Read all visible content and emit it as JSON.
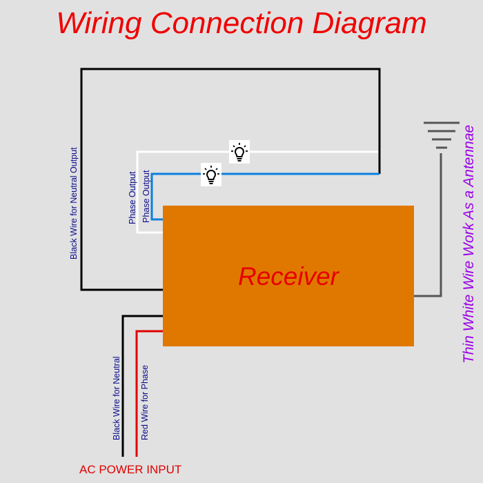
{
  "title": "Wiring Connection Diagram",
  "receiver": {
    "label": "Receiver",
    "color": "#e07800"
  },
  "wires": {
    "neutral_output": "Black Wire for Neutral Output",
    "phase_output_1": "Phase Output",
    "phase_output_2": "Phase Output",
    "neutral_input": "Black Wire for Neutral",
    "phase_input": "Red Wire for Phase"
  },
  "antenna_label": "Thin White Wire Work As a Antennae",
  "ac_input_label": "AC POWER INPUT",
  "colors": {
    "background": "#e1e1e1",
    "black_wire": "#000000",
    "white_wire": "#ffffff",
    "blue_wire": "#0a7ee0",
    "red_wire": "#e00000",
    "antenna_wire": "#555555",
    "title": "#f00000",
    "label_text": "#0a0a8a",
    "antenna_text": "#9b00e6"
  },
  "icons": [
    "bulb-icon",
    "bulb-icon",
    "ground-icon"
  ]
}
